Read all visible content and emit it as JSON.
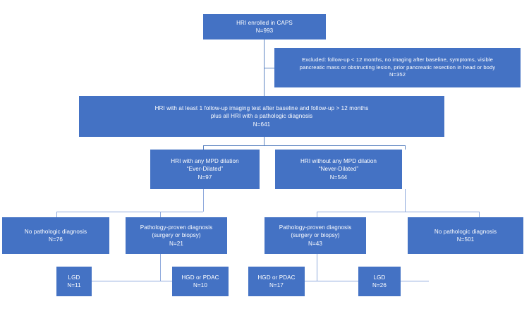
{
  "diagram": {
    "title": "CAPS study patient flow diagram",
    "accent_color": "#4472c4",
    "connector_color": "#8faadc",
    "text_color": "#ffffff",
    "nodes": {
      "enrolled": {
        "label": "HRI enrolled in CAPS",
        "count": "N=993"
      },
      "excluded": {
        "label_line1": "Excluded: follow-up < 12 months, no imaging after baseline, symptoms, visible",
        "label_line2": "pancreatic mass or obstructing lesion, prior pancreatic resection in head or body",
        "count": "N=352"
      },
      "included": {
        "label_line1": "HRI with at least 1 follow-up imaging test after baseline and follow-up > 12 months",
        "label_line2": "plus all HRI with a pathologic diagnosis",
        "count": "N=641"
      },
      "ever_dilated": {
        "label_line1": "HRI with any MPD dilation",
        "label_line2": "“Ever-Dilated”",
        "count": "N=97"
      },
      "never_dilated": {
        "label_line1": "HRI without any MPD dilation",
        "label_line2": "“Never-Dilated”",
        "count": "N=544"
      },
      "ever_no_path": {
        "label_line1": "No pathologic diagnosis",
        "count": "N=76"
      },
      "ever_path": {
        "label_line1": "Pathology-proven diagnosis",
        "label_line2": "(surgery or biopsy)",
        "count": "N=21"
      },
      "never_path": {
        "label_line1": "Pathology-proven diagnosis",
        "label_line2": "(surgery or biopsy)",
        "count": "N=43"
      },
      "never_no_path": {
        "label_line1": "No pathologic diagnosis",
        "count": "N=501"
      },
      "ever_lgd": {
        "label_line1": "LGD",
        "count": "N=11"
      },
      "ever_hgd": {
        "label_line1": "HGD or PDAC",
        "count": "N=10"
      },
      "never_hgd": {
        "label_line1": "HGD or PDAC",
        "count": "N=17"
      },
      "never_lgd": {
        "label_line1": "LGD",
        "count": "N=26"
      }
    }
  }
}
